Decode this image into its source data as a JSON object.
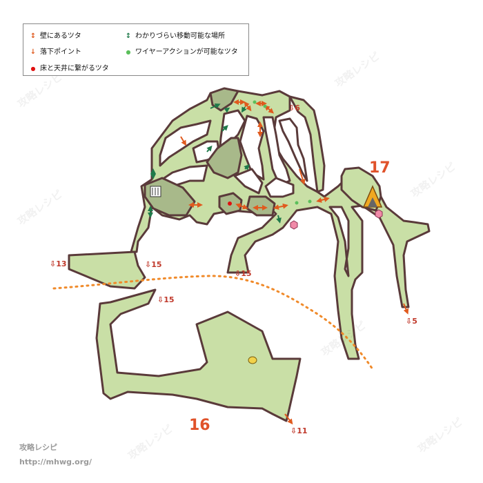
{
  "legend": {
    "wall_vine": "壁にあるツタ",
    "drop_point": "落下ポイント",
    "ceiling_vine": "床と天井に繋がるツタ",
    "hard_move": "わかりづらい移動可能な場所",
    "wire_vine": "ワイヤーアクションが可能なツタ"
  },
  "areas": {
    "a17": "17",
    "a16": "16"
  },
  "drops": {
    "d6": "⇩6",
    "d13": "⇩13",
    "d15a": "⇩15",
    "d15b": "⇩15",
    "d15c": "⇩15",
    "d5": "⇩5",
    "d11": "⇩11"
  },
  "footer": {
    "site": "攻略レシピ",
    "url": "http://mhwg.org/"
  },
  "watermark": "攻略レシピ",
  "colors": {
    "floor": "#c9dfa6",
    "floor_dark": "#a8b98a",
    "outline": "#5a3a3a",
    "orange": "#e05a1e",
    "green_arrow": "#1f7a4a",
    "wire_dot": "#5bbf5b",
    "red_dot": "#e01010",
    "dotted_line": "#f08a2a",
    "camp": "#f0a820",
    "pink": "#f08aa8"
  }
}
